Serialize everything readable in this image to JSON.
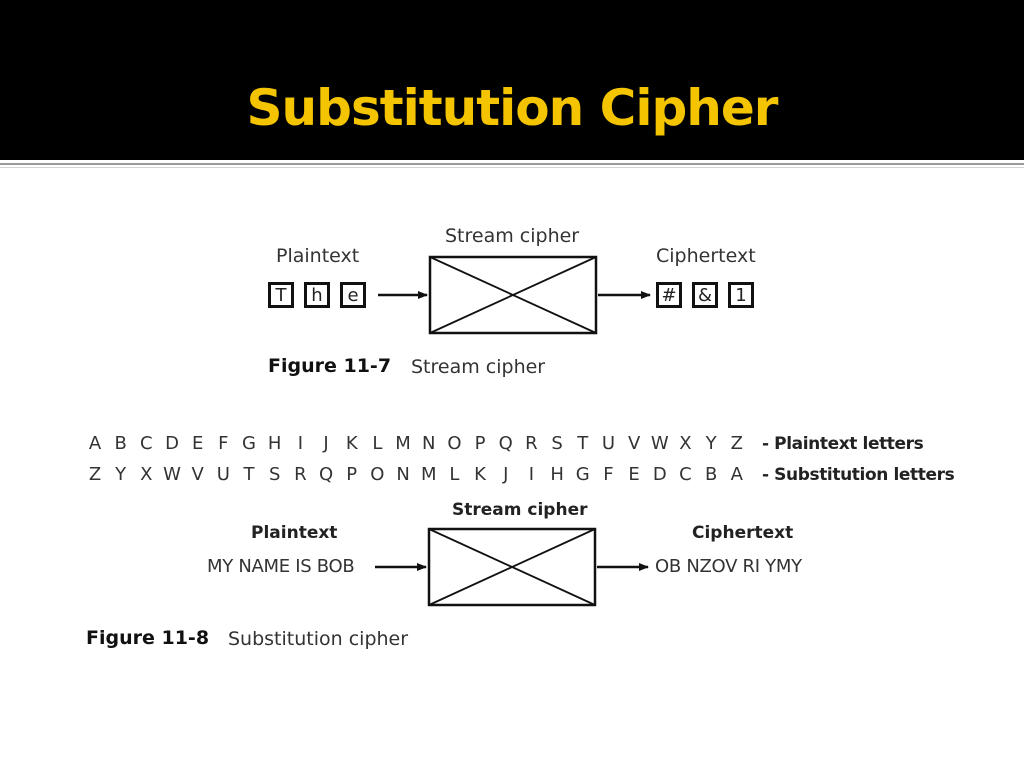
{
  "slide": {
    "title": "Substitution Cipher"
  },
  "figure_11_7": {
    "plaintext_label": "Plaintext",
    "cipher_label": "Stream cipher",
    "ciphertext_label": "Ciphertext",
    "plaintext_chars": [
      "T",
      "h",
      "e"
    ],
    "ciphertext_chars": [
      "#",
      "&",
      "1"
    ],
    "caption_number": "Figure 11-7",
    "caption_text": "Stream cipher"
  },
  "figure_11_8": {
    "plaintext_letters": [
      "A",
      "B",
      "C",
      "D",
      "E",
      "F",
      "G",
      "H",
      "I",
      "J",
      "K",
      "L",
      "M",
      "N",
      "O",
      "P",
      "Q",
      "R",
      "S",
      "T",
      "U",
      "V",
      "W",
      "X",
      "Y",
      "Z"
    ],
    "plaintext_letters_label": "- Plaintext letters",
    "substitution_letters": [
      "Z",
      "Y",
      "X",
      "W",
      "V",
      "U",
      "T",
      "S",
      "R",
      "Q",
      "P",
      "O",
      "N",
      "M",
      "L",
      "K",
      "J",
      "I",
      "H",
      "G",
      "F",
      "E",
      "D",
      "C",
      "B",
      "A"
    ],
    "substitution_letters_label": "- Substitution letters",
    "plaintext_label": "Plaintext",
    "cipher_label": "Stream cipher",
    "ciphertext_label": "Ciphertext",
    "plaintext_message": "MY NAME IS BOB",
    "ciphertext_message": "OB NZOV RI YMY",
    "caption_number": "Figure 11-8",
    "caption_text": "Substitution cipher"
  }
}
